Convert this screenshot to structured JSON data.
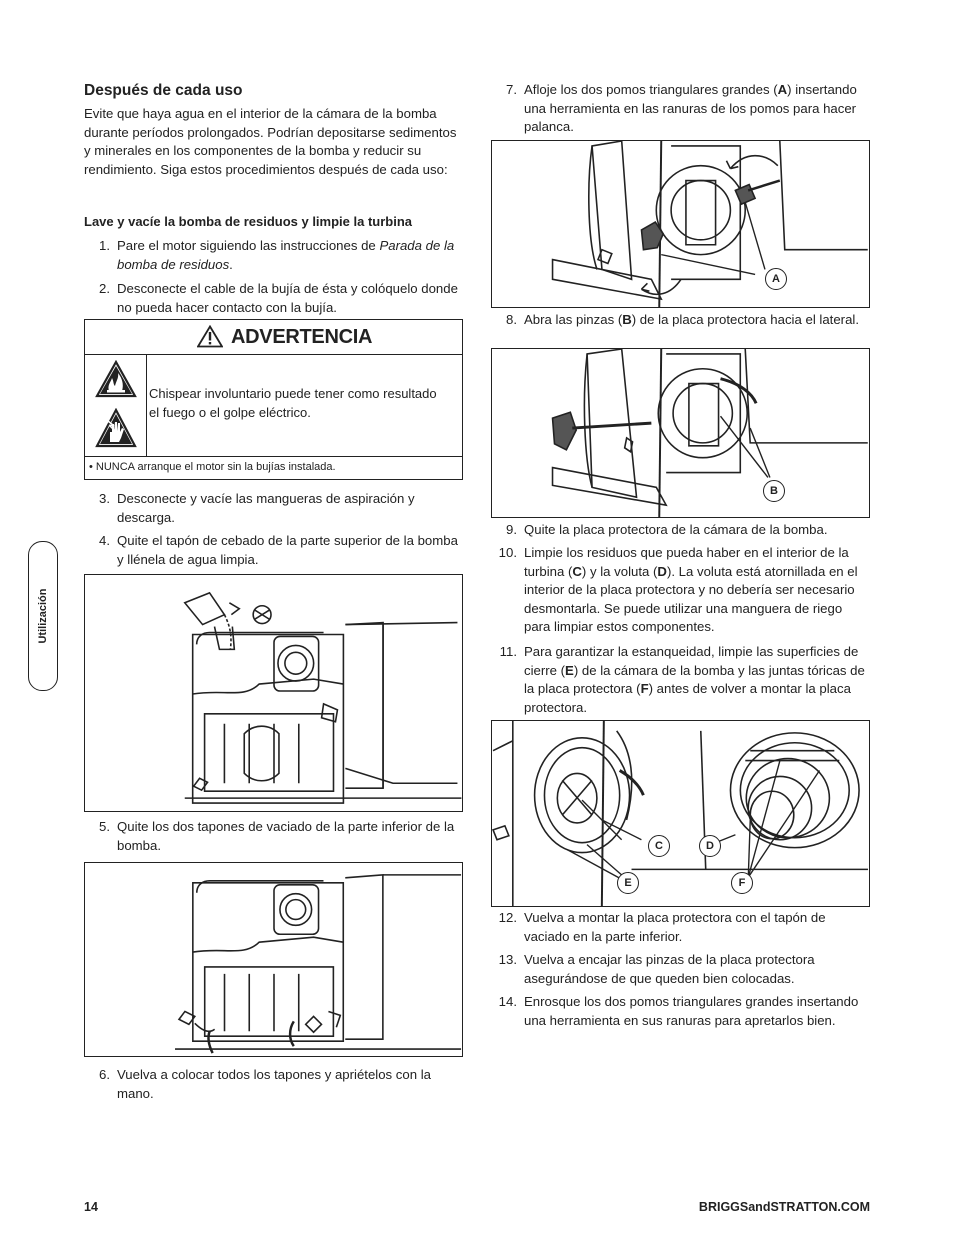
{
  "side_tab": "Utilización",
  "left": {
    "heading": "Después de cada uso",
    "intro": "Evite que haya agua en el interior de la cámara de la bomba durante períodos prolongados. Podrían depositarse sedimentos y minerales en los componentes de la bomba y reducir su rendimiento. Siga estos procedimientos después de cada uso:",
    "subheading": "Lave y vacíe la bomba de residuos y limpie la turbina",
    "step1_num": "1.",
    "step1_text": "Pare el motor siguiendo las instrucciones de ",
    "step1_italic": "Parada de la bomba de residuos",
    "step1_end": ".",
    "step2_num": "2.",
    "step2": "Desconecte el cable de la bujía de ésta y colóquelo donde no pueda hacer contacto con la bujía.",
    "warning_title": "ADVERTENCIA",
    "warning_text": "Chispear involuntario puede tener como resultado el fuego o el golpe eléctrico.",
    "warning_bullet": "•  NUNCA arranque el motor sin la bujías instalada.",
    "step3_num": "3.",
    "step3": "Desconecte y vacíe las mangueras de aspiración y descarga.",
    "step4_num": "4.",
    "step4": "Quite el tapón de cebado de la parte superior de la bomba y llénela de agua limpia.",
    "step5_num": "5.",
    "step5": "Quite los dos tapones de vaciado de la parte inferior de la bomba.",
    "step6_num": "6.",
    "step6": "Vuelva a colocar todos los tapones y apriételos con la mano."
  },
  "right": {
    "step7_num": "7.",
    "step7_a": "Afloje los dos pomos triangulares grandes (",
    "step7_b": "A",
    "step7_c": ") insertando una herramienta en las ranuras de los pomos para hacer palanca.",
    "step8_num": "8.",
    "step8_a": "Abra las pinzas (",
    "step8_b": "B",
    "step8_c": ") de la placa protectora hacia el lateral.",
    "step9_num": "9.",
    "step9": "Quite la placa protectora de la cámara de la bomba.",
    "step10_num": "10.",
    "step10_a": "Limpie los residuos que pueda haber en el interior de la turbina (",
    "step10_b": "C",
    "step10_c": ") y la voluta (",
    "step10_d": "D",
    "step10_e": "). La voluta está atornillada en el interior de la placa protectora y no debería ser necesario desmontarla. Se puede utilizar una manguera de riego para limpiar estos componentes.",
    "step11_num": "11.",
    "step11_a": "Para garantizar la estanqueidad, limpie las superficies de cierre (",
    "step11_b": "E",
    "step11_c": ") de la cámara de la bomba y las juntas tóricas de la placa protectora (",
    "step11_d": "F",
    "step11_e": ") antes de volver a montar la placa protectora.",
    "step12_num": "12.",
    "step12": "Vuelva a montar la placa protectora con el tapón de vaciado en la parte inferior.",
    "step13_num": "13.",
    "step13": "Vuelva a encajar las pinzas de la placa protectora asegurándose de que queden bien colocadas.",
    "step14_num": "14.",
    "step14": "Enrosque los dos pomos triangulares grandes insertando una herramienta en sus ranuras para apretarlos bien."
  },
  "callouts": {
    "a": "A",
    "b": "B",
    "c": "C",
    "d": "D",
    "e": "E",
    "f": "F"
  },
  "footer": {
    "page": "14",
    "site": "BRIGGSandSTRATTON.COM"
  }
}
